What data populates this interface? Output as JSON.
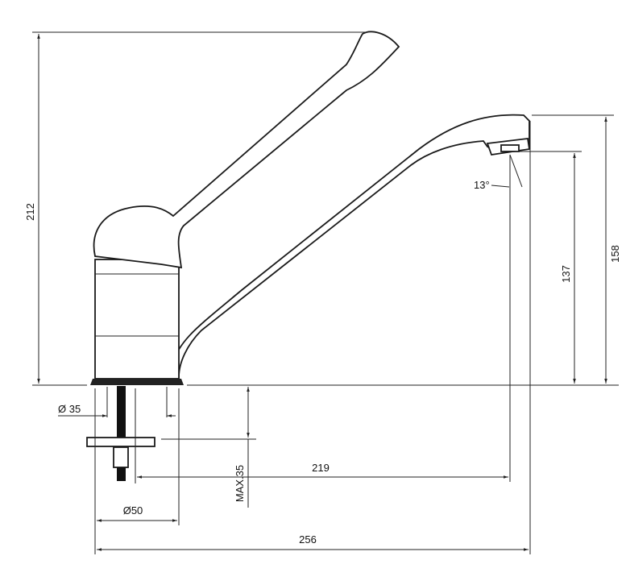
{
  "drawing": {
    "title": "Single-lever basin mixer with long clinical lever",
    "dimensions": {
      "total_height": "212",
      "spout_angle": "13°",
      "aerator_height": "137",
      "spout_height": "158",
      "hose_diameter": "Ø 35",
      "max_deck_thickness": "MAX.35",
      "spout_reach": "219",
      "base_diameter": "Ø50",
      "total_length": "256"
    },
    "line_color": "#1a1a1a"
  }
}
